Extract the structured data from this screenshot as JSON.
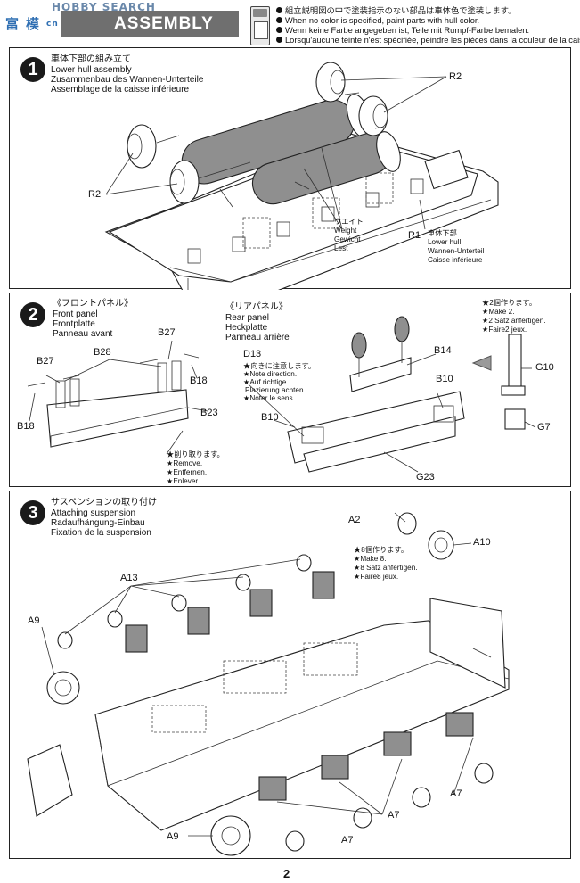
{
  "watermark": {
    "brand": "HOBBY SEARCH",
    "cn": "富",
    "cn2": "模",
    "site": "cn"
  },
  "header": {
    "title": "ASSEMBLY"
  },
  "legend": {
    "lines": [
      "組立説明図の中で塗装指示のない部品は車体色で塗装します。",
      "When no color is specified, paint parts with hull color.",
      "Wenn keine Farbe angegeben ist, Teile mit Rumpf-Farbe bemalen.",
      "Lorsqu'aucune teinte n'est spécifiée, peindre les pièces dans la couleur de la caisse."
    ]
  },
  "step1": {
    "number": "1",
    "titles": [
      "車体下部の組み立て",
      "Lower hull assembly",
      "Zusammenbau des Wannen-Unterteile",
      "Assemblage de la caisse inférieure"
    ],
    "labels": {
      "r2_right": "R2",
      "r2_left": "R2",
      "r1": "R1"
    },
    "r1_notes": [
      "車体下部",
      "Lower hull",
      "Wannen-Unterteil",
      "Caisse inférieure"
    ],
    "weight_notes": [
      "ウエイト",
      "Weight",
      "Gewicht",
      "Lest"
    ]
  },
  "step2": {
    "number": "2",
    "front_titles": [
      "《フロントパネル》",
      "Front panel",
      "Frontplatte",
      "Panneau avant"
    ],
    "rear_titles": [
      "《リアパネル》",
      "Rear panel",
      "Heckplatte",
      "Panneau arrière"
    ],
    "labels": {
      "b27_top": "B27",
      "b27_left": "B27",
      "b28": "B28",
      "b18_right": "B18",
      "b18_left": "B18",
      "b23": "B23",
      "d13": "D13",
      "b14": "B14",
      "b10_right": "B10",
      "b10_left": "B10",
      "g23": "G23",
      "g10": "G10",
      "g7": "G7"
    },
    "remove_notes": [
      "★削り取ります。",
      "★Remove.",
      "★Entfernen.",
      "★Enlever."
    ],
    "direction_notes": [
      "★向きに注意します。",
      "★Note direction.",
      "★Auf richtige",
      "Plazierung achten.",
      "★Noter le sens."
    ],
    "make2_notes": [
      "★2個作ります。",
      "★Make 2.",
      "★2 Satz anfertigen.",
      "★Faire2 jeux."
    ]
  },
  "step3": {
    "number": "3",
    "titles": [
      "サスペンションの取り付け",
      "Attaching suspension",
      "Radaufhängung-Einbau",
      "Fixation de la suspension"
    ],
    "labels": {
      "a2": "A2",
      "a10": "A10",
      "a13": "A13",
      "a9_top": "A9",
      "a9_bottom": "A9",
      "a7_right": "A7",
      "a7_center": "A7",
      "a7_bottom": "A7"
    },
    "make8_notes": [
      "★8個作ります。",
      "★Make 8.",
      "★8 Satz anfertigen.",
      "★Faire8 jeux."
    ]
  },
  "page_number": "2"
}
